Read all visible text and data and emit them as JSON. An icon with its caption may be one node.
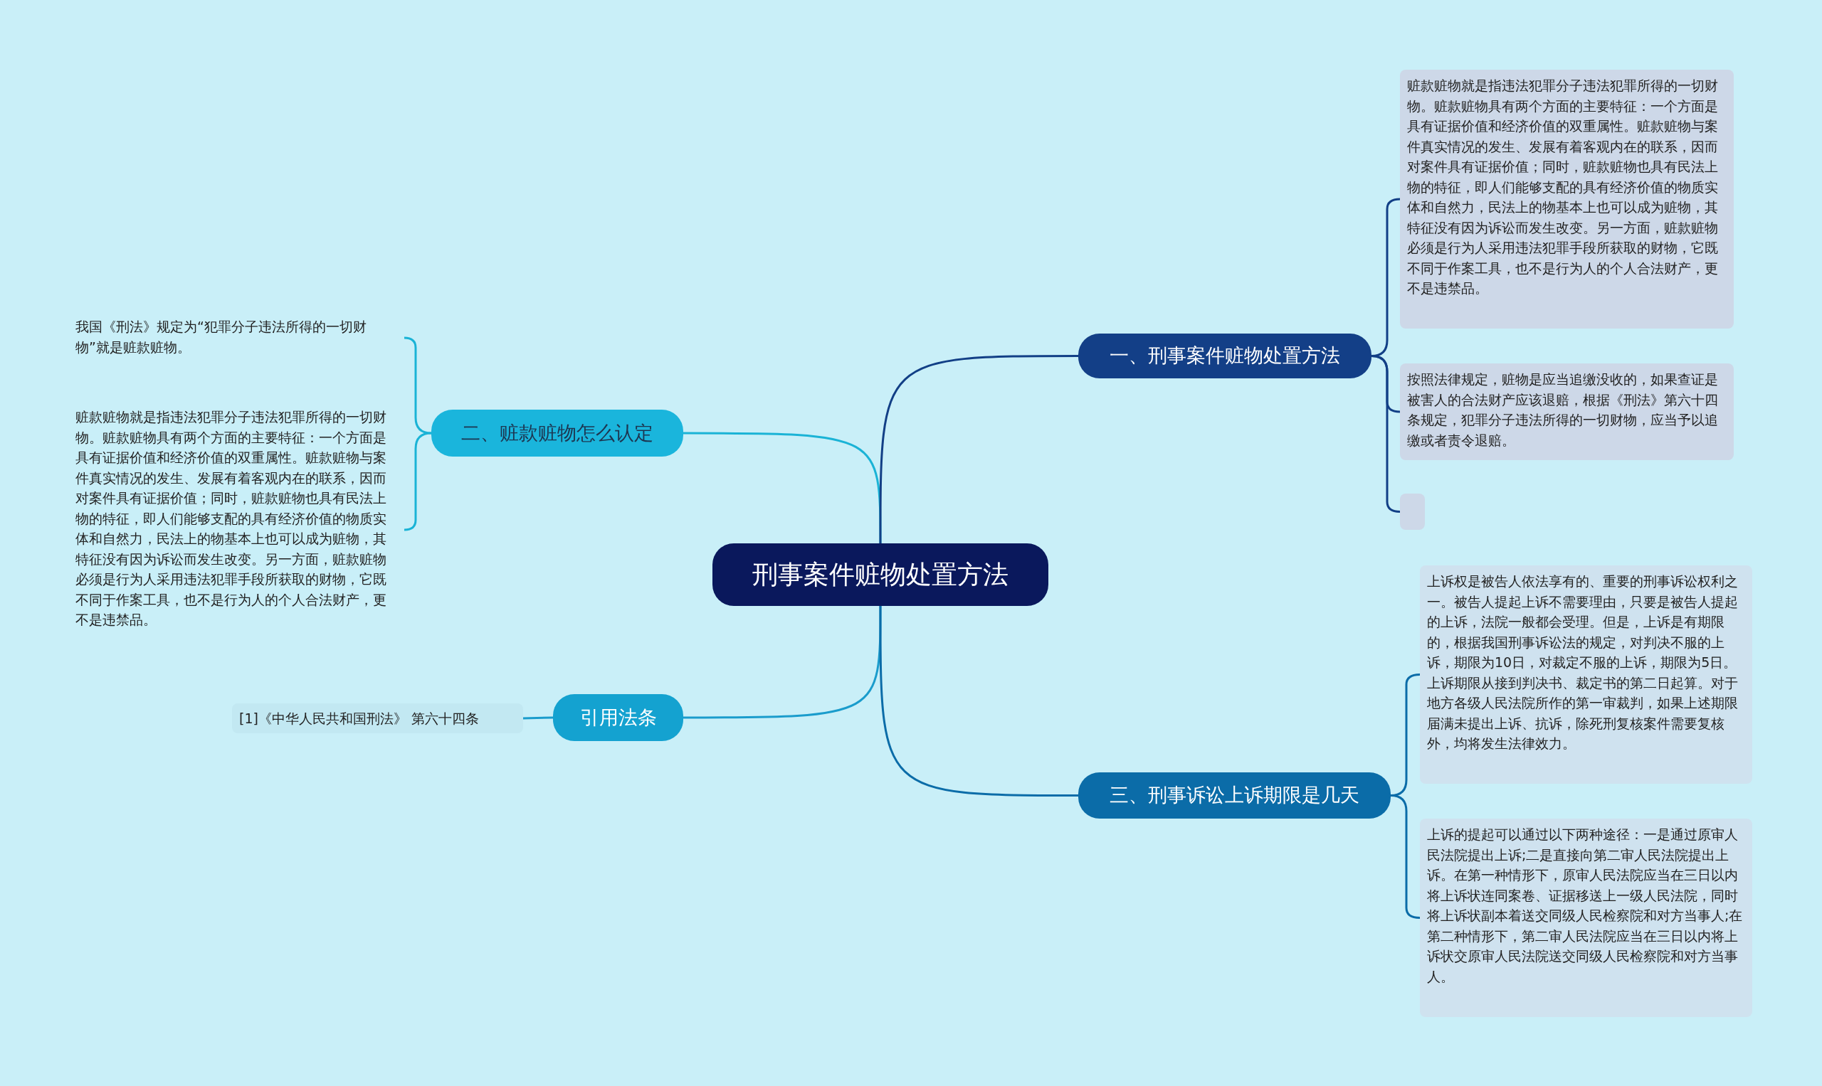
{
  "diagram": {
    "nodes": [
      {
        "text": [
          "刑事案件赃物处置方法"
        ]
      },
      {
        "text": [
          "二、赃款赃物怎么认定"
        ]
      },
      {
        "text": [
          "我国《刑法》规定为“犯罪分子违法所得的一切财物”就是赃款赃物。"
        ]
      },
      {
        "text": [
          "赃款赃物就是指违法犯罪分子违法犯罪所得的一切财物。赃款赃物具有两个方面的主要特征：一个方面是具有证据价值和经济价值的双重属性。赃款赃物与案件真实情况的发生、发展有着客观内在的联系，因而对案件具有证据价值；同时，赃款赃物也具有民法上物的特征，即人们能够支配的具有经济价值的物质实体和自然力，民法上的物基本上也可以成为赃物，其特征没有因为诉讼而发生改变。另一方面，赃款赃物必须是行为人采用违法犯罪手段所获取的财物，它既不同于作案工具，也不是行为人的个人合法财产，更不是违禁品。"
        ]
      },
      {
        "text": [
          "引用法条"
        ]
      },
      {
        "text": [
          "[1]《中华人民共和国刑法》 第六十四条"
        ]
      },
      {
        "text": [
          "一、刑事案件赃物处置方法"
        ]
      },
      {
        "text": [
          "赃款赃物就是指违法犯罪分子违法犯罪所得的一切财物。赃款赃物具有两个方面的主要特征：一个方面是具有证据价值和经济价值的双重属性。赃款赃物与案件真实情况的发生、发展有着客观内在的联系，因而对案件具有证据价值；同时，赃款赃物也具有民法上物的特征，即人们能够支配的具有经济价值的物质实体和自然力，民法上的物基本上也可以成为赃物，其特征没有因为诉讼而发生改变。另一方面，赃款赃物必须是行为人采用违法犯罪手段所获取的财物，它既不同于作案工具，也不是行为人的个人合法财产，更不是违禁品。"
        ]
      },
      {
        "text": [
          "按照法律规定，赃物是应当追缴没收的，如果查证是被害人的合法财产应该退赔，根据《刑法》第六十四条规定，犯罪分子违法所得的一切财物，应当予以追缴或者责令退赔。"
        ]
      },
      {
        "text": [],
        "shape": "box"
      },
      {
        "text": [
          "三、刑事诉讼上诉期限是几天"
        ]
      },
      {
        "text": [
          "上诉权是被告人依法享有的、重要的刑事诉讼权利之一。被告人提起上诉不需要理由，只要是被告人提起的上诉，法院一般都会受理。但是，上诉是有期限的，根据我国刑事诉讼法的规定，对判决不服的上诉，期限为10日，对裁定不服的上诉，期限为5日。上诉期限从接到判决书、裁定书的第二日起算。对于地方各级人民法院所作的第一审裁判，如果上述期限届满未提出上诉、抗诉，除死刑复核案件需要复核外，均将发生法律效力。"
        ]
      },
      {
        "text": [
          "上诉的提起可以通过以下两种途径：一是通过原审人民法院提出上诉;二是直接向第二审人民法院提出上诉。在第一种情形下，原审人民法院应当在三日以内将上诉状连同案卷、证据移送上一级人民法院，同时将上诉状副本着送交同级人民检察院和对方当事人;在第二种情形下，第二审人民法院应当在三日以内将上诉状交原审人民法院送交同级人民检察院和对方当事人。"
        ]
      }
    ],
    "edges": [
      {
        "from": 0,
        "to": 1,
        "arrow": "none",
        "color": "#1ab3d6"
      },
      {
        "from": 1,
        "to": 2,
        "arrow": "none",
        "color": "#1ab3d6"
      },
      {
        "from": 1,
        "to": 3,
        "arrow": "none",
        "color": "#1ab3d6"
      },
      {
        "from": 0,
        "to": 4,
        "arrow": "none",
        "color": "#1a9ccc"
      },
      {
        "from": 4,
        "to": 5,
        "arrow": "none",
        "color": "#1a9ccc"
      },
      {
        "from": 0,
        "to": 6,
        "arrow": "none",
        "color": "#123f86"
      },
      {
        "from": 6,
        "to": 7,
        "arrow": "none",
        "color": "#123f86"
      },
      {
        "from": 6,
        "to": 8,
        "arrow": "none",
        "color": "#123f86"
      },
      {
        "from": 6,
        "to": 9,
        "arrow": "none",
        "color": "#123f86"
      },
      {
        "from": 0,
        "to": 10,
        "arrow": "none",
        "color": "#0b6ca8"
      },
      {
        "from": 10,
        "to": 11,
        "arrow": "none",
        "color": "#0b6ca8"
      },
      {
        "from": 10,
        "to": 12,
        "arrow": "none",
        "color": "#0b6ca8"
      }
    ]
  }
}
